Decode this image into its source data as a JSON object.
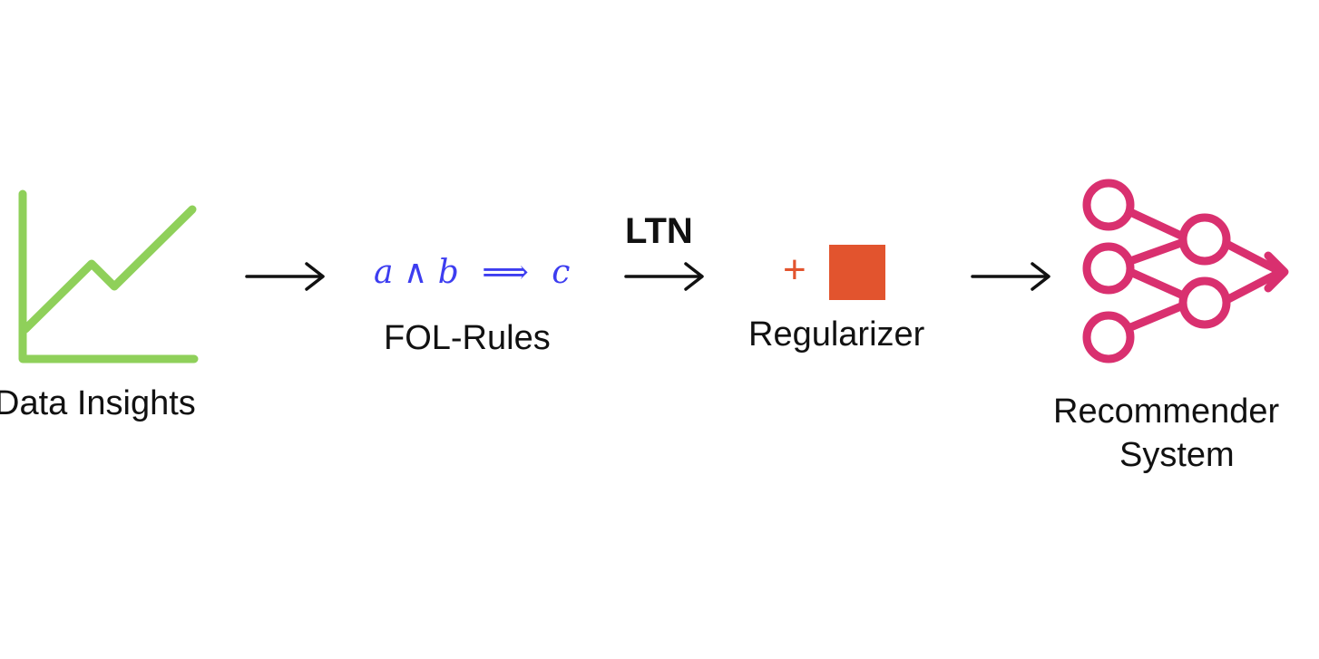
{
  "colors": {
    "data_icon": "#8fd05a",
    "formula": "#3d3df0",
    "regularizer": "#e2542e",
    "network": "#d9306f",
    "arrow": "#111111"
  },
  "stages": {
    "data": {
      "label": "Data Insights",
      "icon": "line-chart-icon"
    },
    "rules": {
      "label": "FOL-Rules",
      "formula": {
        "a": "a",
        "and": "∧",
        "b": "b",
        "implies": "⟹",
        "c": "c"
      }
    },
    "ltn": {
      "label": "LTN"
    },
    "regularizer": {
      "label": "Regularizer",
      "plus": "+",
      "icon": "square-icon"
    },
    "recommender": {
      "label_line1": "Recommender",
      "label_line2": "System",
      "icon": "neural-network-icon"
    }
  }
}
